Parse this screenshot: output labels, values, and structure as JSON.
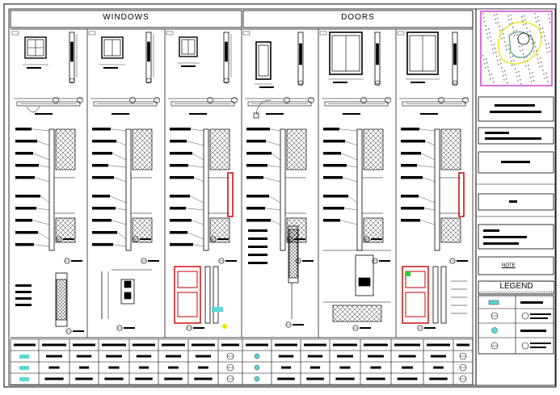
{
  "sections": {
    "windows": "WINDOWS",
    "doors": "DOORS"
  },
  "side_panel": {
    "note": "NOTE",
    "legend": "LEGEND"
  },
  "colors": {
    "line": "#000000",
    "detail_red": "#cc0000",
    "legend_cyan": "#5fd7d7",
    "legend_green": "#37c837",
    "thumb_magenta": "#cc33cc",
    "thumb_yellow": "#e6e600",
    "thumb_green": "#2e8b57"
  },
  "icons": {
    "logo": "site-plan-thumbnail-icon",
    "section_marker": "circle-section-marker-icon",
    "cyan_marker": "cyan-legend-marker-icon"
  }
}
